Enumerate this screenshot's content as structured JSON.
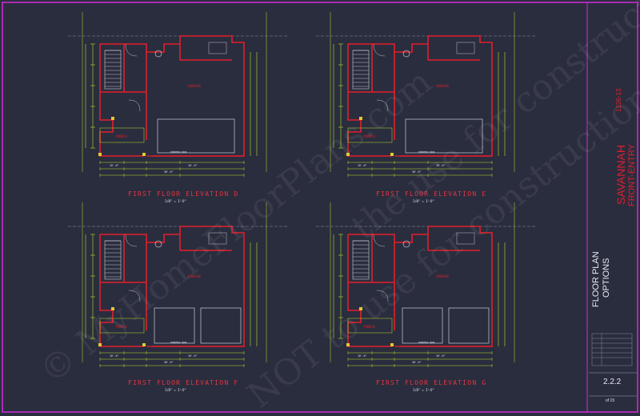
{
  "sheet": {
    "project_name": "SAVANNAH",
    "project_variant": "FRONT-ENTRY",
    "plan_code": "1226-13",
    "sheet_title_line1": "FLOOR PLAN",
    "sheet_title_line2": "OPTIONS",
    "sheet_number": "2.2.2",
    "sheet_count": "of 15",
    "watermark_1": "© MyHomeFloorPlans.com",
    "watermark_2": "NOT to use for construction",
    "watermark_3": "the use for construction"
  },
  "plans": [
    {
      "title": "FIRST FLOOR ELEVATION D",
      "scale": "1/8\" = 1'-0\"",
      "garage_label": "GARAGE",
      "porch_label": "PORCH"
    },
    {
      "title": "FIRST FLOOR ELEVATION E",
      "scale": "1/8\" = 1'-0\"",
      "garage_label": "GARAGE",
      "porch_label": "PORCH"
    },
    {
      "title": "FIRST FLOOR ELEVATION F",
      "scale": "1/8\" = 1'-0\"",
      "garage_label": "GARAGE",
      "porch_label": "PORCH"
    },
    {
      "title": "FIRST FLOOR ELEVATION G",
      "scale": "1/8\" = 1'-0\"",
      "garage_label": "GARAGE",
      "porch_label": "PORCH"
    }
  ],
  "dimensions": {
    "overall_width": "30'-0\"",
    "porch_depth": "10'-0\"",
    "garage_width": "18'-0\"",
    "door_label": "OVERHEAD DOOR"
  },
  "colors": {
    "background": "#2a2d3e",
    "border": "#d22ad8",
    "walls": "#e11f2c",
    "dimensions": "#b7e226",
    "annotations": "#e6e8f0"
  }
}
